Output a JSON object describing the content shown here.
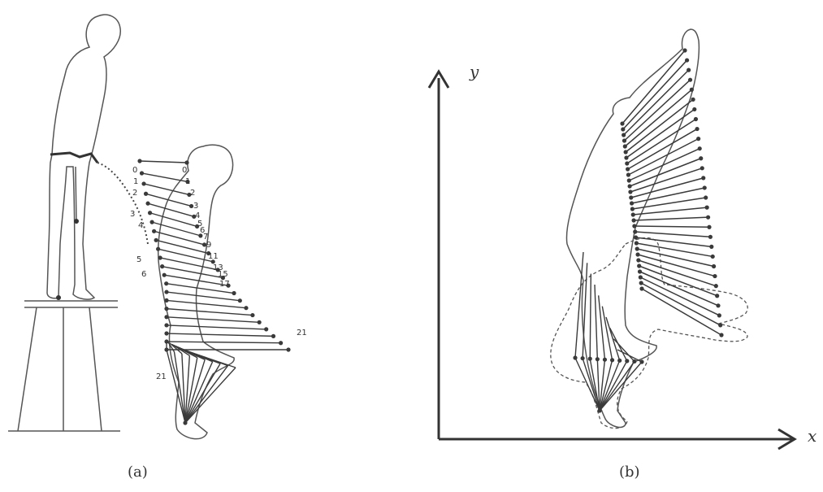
{
  "panel_a": {
    "caption": "(a)",
    "left_labels": [
      "0",
      "1",
      "2",
      "3",
      "4",
      "5",
      "6"
    ],
    "right_labels": [
      "0",
      "1",
      "2",
      "3",
      "4",
      "5",
      "6",
      "7",
      "9",
      "11",
      "13",
      "15",
      "17"
    ],
    "end_label_upper": "21",
    "end_label_lower": "21"
  },
  "panel_b": {
    "caption": "(b)",
    "y_axis_label": "y",
    "x_axis_label": "x"
  },
  "colors": {
    "line": "#3a3a3a",
    "outline": "#555555"
  }
}
